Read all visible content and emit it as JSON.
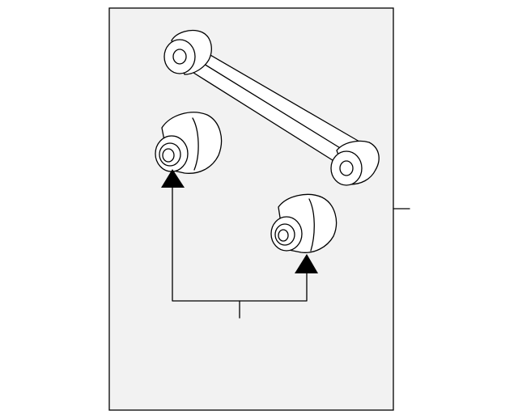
{
  "diagram": {
    "colors": {
      "background": "#ffffff",
      "panel_fill": "#f2f2f2",
      "line": "#000000",
      "part_fill": "#ffffff"
    },
    "parts": [
      {
        "name": "lateral-link-arm"
      },
      {
        "name": "upper-bushing"
      },
      {
        "name": "lower-bushing"
      }
    ],
    "callouts": [
      {
        "name": "assembly-leader-line"
      },
      {
        "name": "bushing-leader-bracket"
      }
    ]
  }
}
